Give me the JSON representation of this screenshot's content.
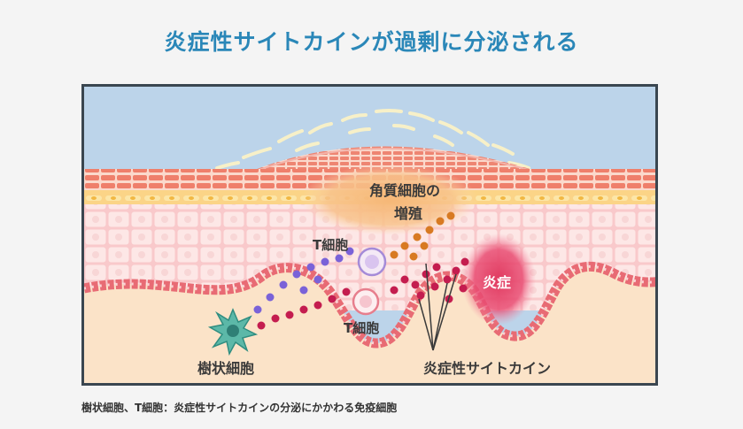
{
  "title": "炎症性サイトカインが過剰に分泌される",
  "labels": {
    "keratinocyte_line1": "角質細胞の",
    "keratinocyte_line2": "増殖",
    "t_cell_top": "T細胞",
    "t_cell_bottom": "T細胞",
    "inflammation": "炎症",
    "dendritic_cell": "樹状細胞",
    "cytokine": "炎症性サイトカイン"
  },
  "caption": "樹状細胞、T細胞：炎症性サイトカインの分泌にかかわる免疫細胞",
  "colors": {
    "title": "#2a87b8",
    "sky": "#bcd4ea",
    "dermis": "#fbe3c8",
    "brick": "#ef7f6b",
    "pink_cells": "#f8cfd0",
    "inflammation": "#e0395f",
    "t_cell_dot": "#7a62d8",
    "cytokine_dot": "#c41d4f",
    "keratin_dot": "#d87a22",
    "dendritic": "#2fa39a"
  }
}
